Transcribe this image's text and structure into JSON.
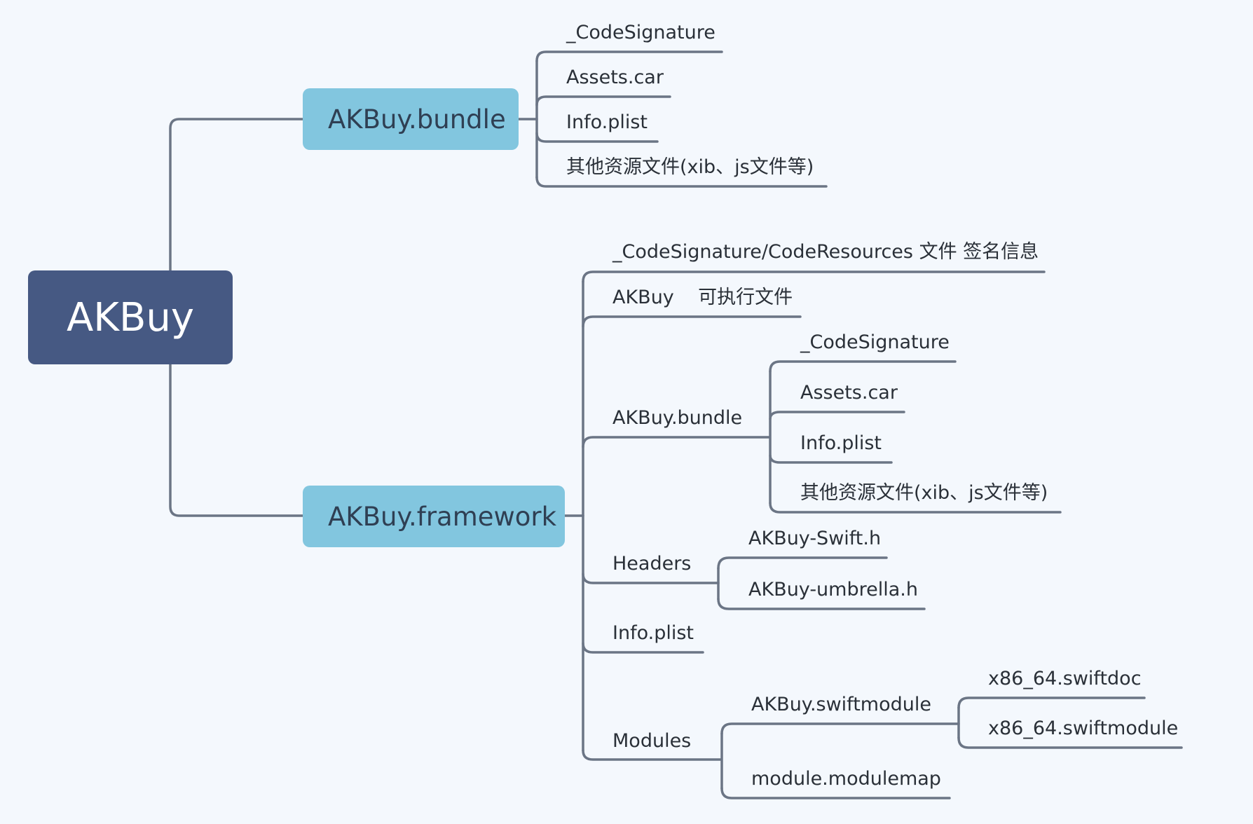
{
  "root": {
    "label": "AKBuy"
  },
  "bundle": {
    "label": "AKBuy.bundle",
    "children": [
      "_CodeSignature",
      "Assets.car",
      "Info.plist",
      "其他资源文件(xib、js文件等)"
    ]
  },
  "framework": {
    "label": "AKBuy.framework",
    "code_resources": "_CodeSignature/CodeResources 文件 签名信息",
    "executable": "AKBuy    可执行文件",
    "bundle": {
      "label": "AKBuy.bundle",
      "children": [
        "_CodeSignature",
        "Assets.car",
        "Info.plist",
        "其他资源文件(xib、js文件等)"
      ]
    },
    "headers": {
      "label": "Headers",
      "children": [
        "AKBuy-Swift.h",
        "AKBuy-umbrella.h"
      ]
    },
    "info_plist": "Info.plist",
    "modules": {
      "label": "Modules",
      "swiftmodule": {
        "label": "AKBuy.swiftmodule",
        "children": [
          "x86_64.swiftdoc",
          "x86_64.swiftmodule"
        ]
      },
      "modulemap": "module.modulemap"
    }
  },
  "colors": {
    "background": "#f4f8fd",
    "root_fill": "#465983",
    "main_fill": "#82c6df",
    "connector": "#6b7585",
    "text": "#2a3038"
  }
}
